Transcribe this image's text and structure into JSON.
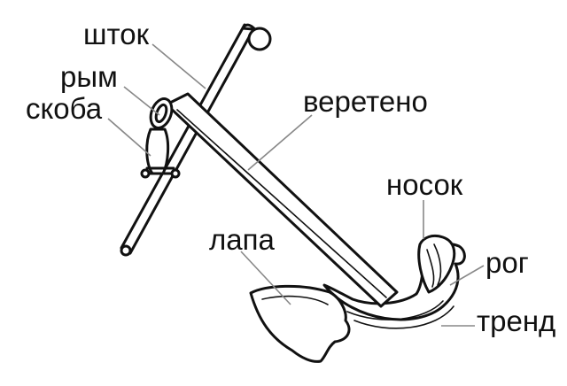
{
  "labels": {
    "stock": "шток",
    "ring": "рым",
    "shackle": "скоба",
    "shank": "веретено",
    "bill": "носок",
    "fluke": "лапа",
    "horn": "рог",
    "crown": "тренд"
  }
}
